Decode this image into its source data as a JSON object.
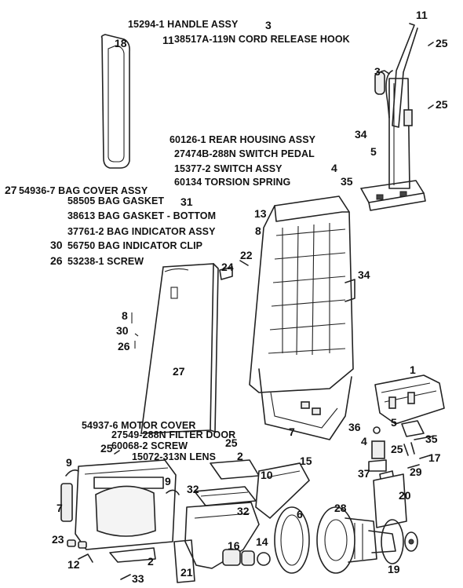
{
  "labels": {
    "handle_assy": "15294-1 HANDLE ASSY",
    "cord_hook": "38517A-119N CORD RELEASE HOOK",
    "rear_housing": "60126-1 REAR HOUSING ASSY",
    "switch_pedal": "27474B-288N SWITCH PEDAL",
    "switch_assy": "15377-2 SWITCH ASSY",
    "torsion_spring": "60134 TORSION SPRING",
    "bag_cover": "54936-7 BAG COVER ASSY",
    "bag_gasket": "58505 BAG GASKET",
    "bag_gasket_bottom": "38613 BAG GASKET - BOTTOM",
    "bag_indicator": "37761-2 BAG INDICATOR ASSY",
    "indicator_clip": "56750 BAG INDICATOR CLIP",
    "screw": "53238-1 SCREW",
    "motor_cover": "54937-6 MOTOR COVER",
    "filter_door": "27549-288N FILTER DOOR",
    "screw2": "60068-2 SCREW",
    "lens": "15072-313N LENS"
  },
  "callouts": {
    "c3a": "3",
    "c11a": "11",
    "c11b": "11",
    "c25a": "25",
    "c18": "18",
    "c3b": "3",
    "c25b": "25",
    "c34a": "34",
    "c5a": "5",
    "c4a": "4",
    "c35a": "35",
    "c27a": "27",
    "c31": "31",
    "c13": "13",
    "c8a": "8",
    "c30a": "30",
    "c26a": "26",
    "c22": "22",
    "c24": "24",
    "c34b": "34",
    "c8b": "8",
    "c30b": "30",
    "c26b": "26",
    "c27b": "27",
    "c1": "1",
    "c7a": "7",
    "c25c": "25",
    "c36": "36",
    "c5b": "5",
    "c35b": "35",
    "c2a": "2",
    "c25d": "25",
    "c4b": "4",
    "c25e": "25",
    "c17": "17",
    "c9a": "9",
    "c15": "15",
    "c29": "29",
    "c10": "10",
    "c9b": "9",
    "c32a": "32",
    "c37": "37",
    "c20": "20",
    "c7b": "7",
    "c32b": "32",
    "c6": "6",
    "c28": "28",
    "c23": "23",
    "c16": "16",
    "c14": "14",
    "c12": "12",
    "c2b": "2",
    "c21": "21",
    "c19": "19",
    "c33": "33"
  }
}
